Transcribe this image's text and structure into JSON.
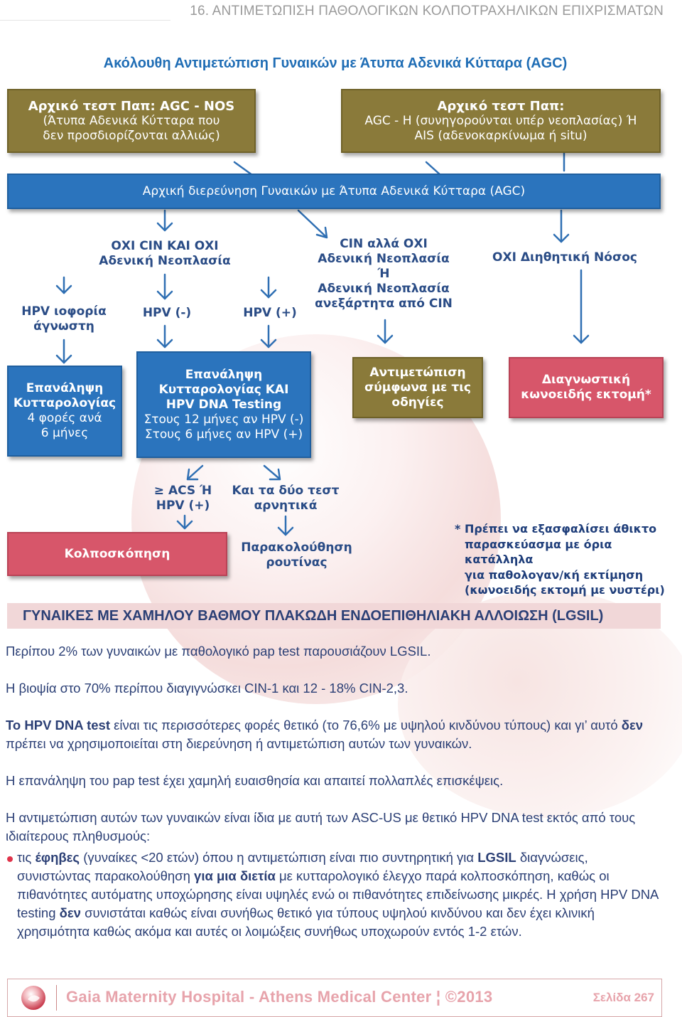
{
  "header": {
    "chapter_title": "16. ΑΝΤΙΜΕΤΩΠΙΣΗ ΠΑΘΟΛΟΓΙΚΩΝ ΚΟΛΠΟΤΡΑΧΗΛΙΚΩΝ ΕΠΙΧΡΙΣΜΑΤΩΝ"
  },
  "flowchart": {
    "title": "Ακόλουθη Αντιμετώπιση Γυναικών με Άτυπα Αδενικά Κύτταρα (AGC)",
    "box_agc_nos": [
      "Αρχικό τεστ Παπ: AGC - NOS",
      "(Άτυπα Αδενικά Κύτταρα που",
      "δεν προσδιορίζονται αλλιώς)"
    ],
    "box_agc_h": [
      "Αρχικό τεστ Παπ:",
      "AGC - H (συνηγορούνται υπέρ νεοπλασίας) Ή",
      "AIS (αδενοκαρκίνωμα ή situ)"
    ],
    "box_initial": "Αρχική διερεύνηση Γυναικών με Άτυπα Αδενικά Κύτταρα (AGC)",
    "label_no_cin": [
      "ΟΧΙ CIN ΚΑΙ ΟΧΙ",
      "Αδενική Νεοπλασία"
    ],
    "label_cin_but": [
      "CIN αλλά ΟΧΙ",
      "Αδενική Νεοπλασία",
      "Ή",
      "Αδενική Νεοπλασία",
      "ανεξάρτητα από CIN"
    ],
    "label_no_invasive": "ΟΧΙ Διηθητική Νόσος",
    "label_hpv_unknown": [
      "HPV ιοφορία",
      "άγνωστη"
    ],
    "label_hpv_neg": "HPV (-)",
    "label_hpv_pos": "HPV (+)",
    "box_repeat4": [
      "Επανάληψη",
      "Κυτταρολογίας",
      "4 φορές ανά",
      "6 μήνες"
    ],
    "box_repeat_hpv": [
      "Επανάληψη",
      "Κυτταρολογίας ΚΑΙ",
      "HPV DNA Testing",
      "Στους 12 μήνες αν HPV (-)",
      "Στους 6 μήνες αν HPV (+)"
    ],
    "box_treat": [
      "Αντιμετώπιση",
      "σύμφωνα με τις",
      "οδηγίες"
    ],
    "box_cone": [
      "Διαγνωστική",
      "κωνοειδής εκτομή*"
    ],
    "label_acs": [
      "≥ ACS Ή",
      "HPV (+)"
    ],
    "label_both_neg": [
      "Και τα δύο τεστ",
      "αρνητικά"
    ],
    "box_colposcopy": "Κολποσκόπηση",
    "label_followup": [
      "Παρακολούθηση",
      "ρουτίνας"
    ],
    "footnote": [
      "* Πρέπει να εξασφαλίσει άθικτο",
      "παρασκεύασμα με όρια κατάλληλα",
      "για παθολογαν/κή εκτίμηση",
      "(κωνοειδής εκτομή με νυστέρι)"
    ]
  },
  "section": {
    "title": "ΓΥΝΑΙΚΕΣ ΜΕ ΧΑΜΗΛΟΥ ΒΑΘΜΟΥ ΠΛΑΚΩΔΗ ΕΝΔΟΕΠΙΘΗΛΙΑΚΗ ΑΛΛΟΙΩΣΗ (LGSIL)",
    "p1": "Περίπου 2% των γυναικών με παθολογικό pap test παρουσιάζουν LGSIL.",
    "p2": "Η βιοψία στο 70% περίπου διαγιγνώσκει CIN-1 και 12 - 18% CIN-2,3.",
    "p3": {
      "b1": "Το HPV DNA test",
      "t1": " είναι τις περισσότερες φορές θετικό (το 76,6% με υψηλού κινδύνου τύπους) και γι’ αυτό ",
      "b2": "δεν",
      "t2": " πρέπει να χρησιμοποιείται στη διερεύνηση ή αντιμετώπιση αυτών των γυναικών."
    },
    "p4": "Η επανάληψη του pap test έχει χαμηλή ευαισθησία και απαιτεί πολλαπλές επισκέψεις.",
    "p5": "Η αντιμετώπιση αυτών των γυναικών είναι ίδια με αυτή των ASC-US με θετικό HPV DNA test εκτός από τους ιδιαίτερους πληθυσμούς:",
    "bullet": {
      "t0": "τις ",
      "b1": "έφηβες",
      "t1": " (γυναίκες <20 ετών) όπου η αντιμετώπιση είναι πιο συντηρητική για ",
      "b2": "LGSIL",
      "t2": " διαγνώσεις, συνιστώντας παρακολούθηση ",
      "b3": "για μια διετία",
      "t3": " με κυτταρολογικό έλεγχο παρά κολποσκόπηση, καθώς οι πιθανότητες αυτόματης υποχώρησης είναι υψηλές ενώ οι πιθανότητες επιδείνωσης μικρές.  Η χρήση HPV DNA testing ",
      "b4": "δεν",
      "t4": " συνιστάται καθώς είναι συνήθως θετικό για τύπους υψηλού κινδύνου και δεν έχει κλινική χρησιμότητα καθώς ακόμα και αυτές οι λοιμώξεις συνήθως υποχωρούν εντός 1-2 ετών."
    }
  },
  "footer": {
    "brand": "Gaia Maternity Hospital - Athens Medical Center ¦ ©2013",
    "page": "Σελίδα 267"
  },
  "colors": {
    "olive": "#8a7a3a",
    "blue": "#2b74bd",
    "pink": "#d7566a",
    "arrow": "#2f6fb3",
    "text": "#2b3f75"
  }
}
